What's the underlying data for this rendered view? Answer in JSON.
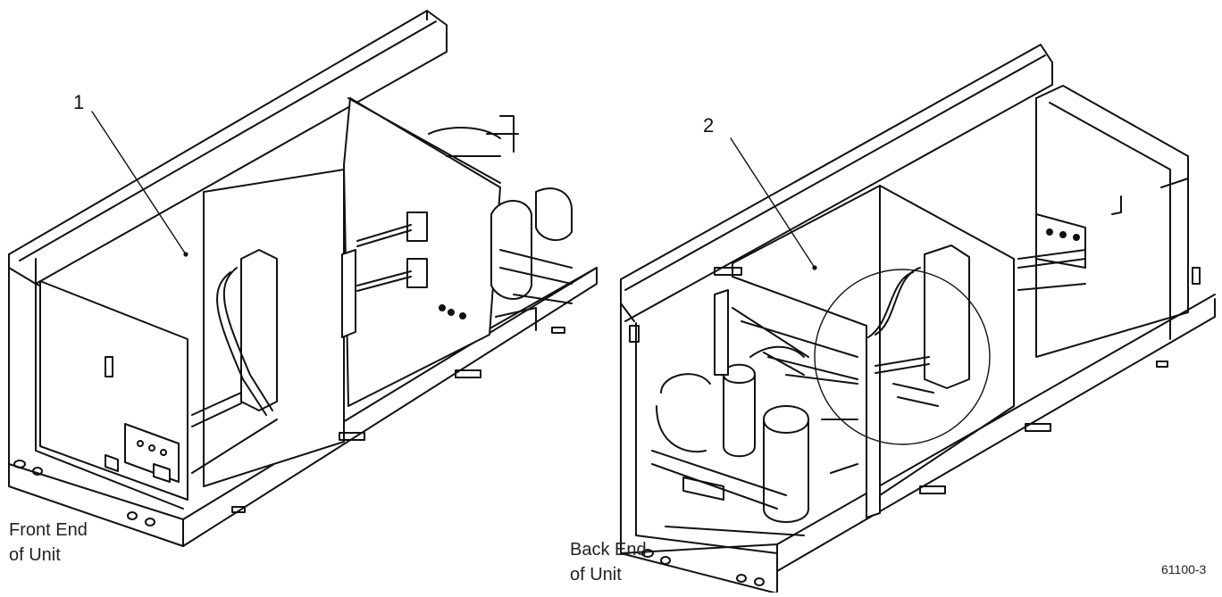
{
  "callouts": {
    "one": "1",
    "two": "2"
  },
  "captions": {
    "front": {
      "line1": "Front End",
      "line2": "of Unit"
    },
    "back": {
      "line1": "Back End",
      "line2": "of Unit"
    }
  },
  "figure_number": "61100-3"
}
